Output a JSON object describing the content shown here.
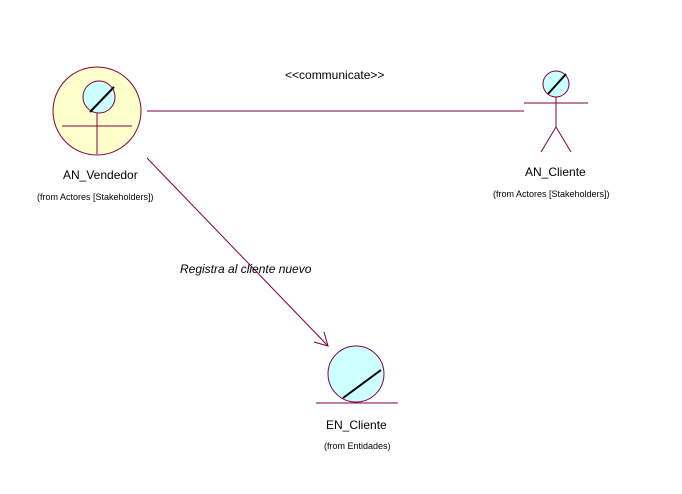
{
  "diagram": {
    "stereotype": "<<communicate>>",
    "association_label": "Registra al cliente nuevo",
    "nodes": {
      "vendedor": {
        "name": "AN_Vendedor",
        "from": "(from Actores  [Stakeholders])"
      },
      "cliente_actor": {
        "name": "AN_Cliente",
        "from": "(from Actores  [Stakeholders])"
      },
      "en_cliente": {
        "name": "EN_Cliente",
        "from": "(from Entidades)"
      }
    },
    "colors": {
      "line": "#800040",
      "outer_fill": "#ffffcc",
      "inner_fill": "#ccffff"
    }
  }
}
